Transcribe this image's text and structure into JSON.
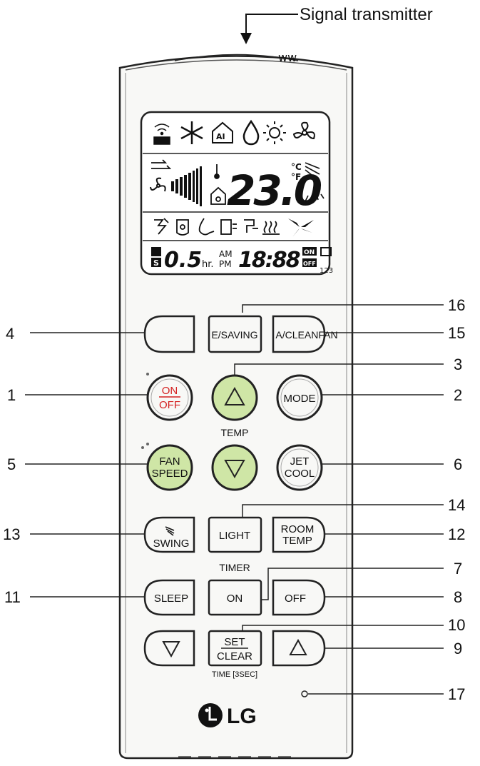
{
  "top_label": "Signal transmitter",
  "display": {
    "temperature": "23.0",
    "unit_c": "°C",
    "unit_f": "°F",
    "timer_hours": "0.5",
    "hr": "hr.",
    "am": "AM",
    "pm": "PM",
    "clock": "18:88",
    "on_badge": "ON",
    "off_badge": "OFF",
    "counter": "123",
    "ai_badge": "AI",
    "s_badge": "S"
  },
  "buttons": {
    "e_saving": "E/SAVING",
    "a_clean_fan": "A/CLEANFAN",
    "on_off_top": "ON",
    "on_off_bottom": "OFF",
    "mode": "MODE",
    "temp_label": "TEMP",
    "fan_speed_top": "FAN",
    "fan_speed_bottom": "SPEED",
    "jet_cool_top": "JET",
    "jet_cool_bottom": "COOL",
    "swing": "SWING",
    "light": "LIGHT",
    "room_temp_top": "ROOM",
    "room_temp_bottom": "TEMP",
    "timer_label": "TIMER",
    "sleep": "SLEEP",
    "timer_on": "ON",
    "timer_off": "OFF",
    "set_top": "SET",
    "set_bottom": "CLEAR",
    "time_label": "TIME [3SEC]",
    "brand": "LG"
  },
  "callouts": {
    "c1": "1",
    "c2": "2",
    "c3": "3",
    "c4": "4",
    "c5": "5",
    "c6": "6",
    "c7": "7",
    "c8": "8",
    "c9": "9",
    "c10": "10",
    "c11": "11",
    "c12": "12",
    "c13": "13",
    "c14": "14",
    "c15": "15",
    "c16": "16",
    "c17": "17"
  },
  "colors": {
    "green_button": "#cfe6a6",
    "on_off_red": "#d42020",
    "body_fill": "#f7f7f5"
  }
}
